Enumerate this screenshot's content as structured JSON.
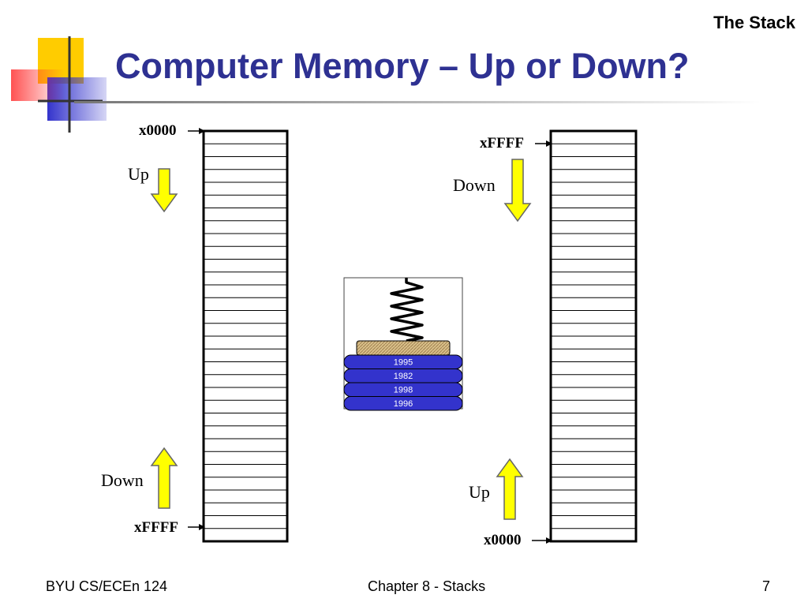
{
  "header": {
    "corner_label": "The Stack",
    "title": "Computer Memory – Up or Down?"
  },
  "left_memory": {
    "top_address": "x0000",
    "bottom_address": "xFFFF",
    "top_direction": "Up",
    "bottom_direction": "Down"
  },
  "right_memory": {
    "top_address": "xFFFF",
    "bottom_address": "x0000",
    "top_direction": "Down",
    "bottom_direction": "Up"
  },
  "plate_stack": {
    "plates": [
      "1995",
      "1982",
      "1998",
      "1996"
    ]
  },
  "footer": {
    "course": "BYU CS/ECEn 124",
    "chapter": "Chapter 8 - Stacks",
    "page": "7"
  },
  "colors": {
    "title": "#2e3192",
    "arrow_fill": "#ffff00",
    "plate_fill": "#3333cc",
    "logo_yellow": "#ffcc00",
    "logo_red": "#ff3333",
    "logo_blue": "#3333cc"
  }
}
